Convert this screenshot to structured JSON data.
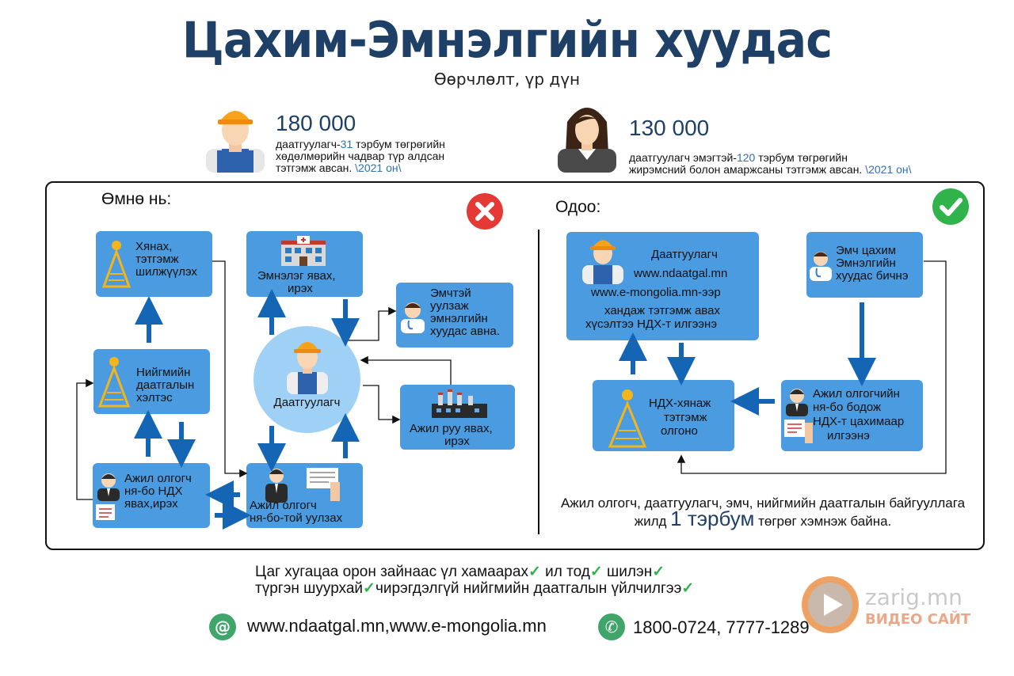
{
  "title": "Цахим-Эмнэлгийн хуудас",
  "subtitle": "Өөрчлөлт, үр дүн",
  "stats": [
    {
      "number": "180 000",
      "line1_a": "даатгуулагч-",
      "line1_hl": "31",
      "line1_b": " тэрбум төгрөгийн",
      "line2": "хөдөлмөрийн чадвар түр алдсан",
      "line3_a": "тэтгэмж авсан. ",
      "line3_hl": "\\2021 он\\"
    },
    {
      "number": "130 000",
      "line1_a": "даатгуулагч эмэгтэй-",
      "line1_hl": "120",
      "line1_b": " тэрбум төгрөгийн",
      "line2_a": "жирэмсний болон амаржсаны тэтгэмж авсан. ",
      "line2_hl": "\\2021 он\\"
    }
  ],
  "before": {
    "title": "Өмнө нь:",
    "boxes": {
      "control": [
        "Хянах,",
        "тэтгэмж",
        "шилжүүлэх"
      ],
      "hospital": [
        "Эмнэлэг явах,",
        "ирэх"
      ],
      "doctor": [
        "Эмчтэй",
        "уулзаж",
        "эмнэлгийн",
        "хуудас авна."
      ],
      "social": [
        "Нийгмийн",
        "даатгалын",
        "хэлтэс"
      ],
      "center": "Даатгуулагч",
      "work": [
        "Ажил руу явах,",
        "ирэх"
      ],
      "employer_ndh": [
        "Ажил олгогч",
        "ня-бо НДХ",
        "явах,ирэх"
      ],
      "employer_meet": [
        "Ажил олгогч",
        "ня-бо-той уулзах"
      ]
    }
  },
  "now": {
    "title": "Одоо:",
    "boxes": {
      "insured": [
        "Даатгуулагч",
        "www.ndaatgal.mn",
        "www.e-mongolia.mn-ээр",
        "хандаж тэтгэмж авах",
        "хүсэлтээ НДХ-т илгээнэ"
      ],
      "doctor": [
        "Эмч цахим",
        "Эмнэлгийн",
        "хуудас бичнэ"
      ],
      "ndh": [
        "НДХ-хянаж",
        "тэтгэмж",
        "олгоно"
      ],
      "employer": [
        "Ажил олгогчийн",
        "ня-бо бодож",
        "НДХ-т цахимаар",
        "илгээнэ"
      ]
    },
    "saving_a": "Ажил олгогч, даатгуулагч, эмч, нийгмийн даатгалын байгууллага",
    "saving_b1": "жилд ",
    "saving_big": "1 тэрбум",
    "saving_b2": " төгрөг хэмнэж байна."
  },
  "benefits": {
    "line1": [
      "Цаг хугацаа орон зайнаас үл хамаарах",
      " ил тод",
      " шилэн"
    ],
    "line2": [
      "түргэн шуурхай",
      "чирэгдэлгүй нийгмийн даатгалын үйлчилгээ"
    ]
  },
  "contacts": {
    "web": "www.ndaatgal.mn,www.e-mongolia.mn",
    "phone": "1800-0724, 7777-1289"
  },
  "watermark": {
    "name": "zarig.mn",
    "tag": "ВИДЕО САЙТ"
  },
  "colors": {
    "title": "#1e3f66",
    "box": "#4a9be0",
    "arrow": "#1565b5",
    "x_badge": "#e53935",
    "check_badge": "#2fb34a"
  },
  "icons": [
    "worker-icon",
    "woman-icon",
    "x-icon",
    "check-icon",
    "emblem-icon",
    "hospital-icon",
    "doctor-icon",
    "factory-icon",
    "businessman-icon",
    "documents-icon",
    "at-icon",
    "phone-icon",
    "play-icon"
  ]
}
